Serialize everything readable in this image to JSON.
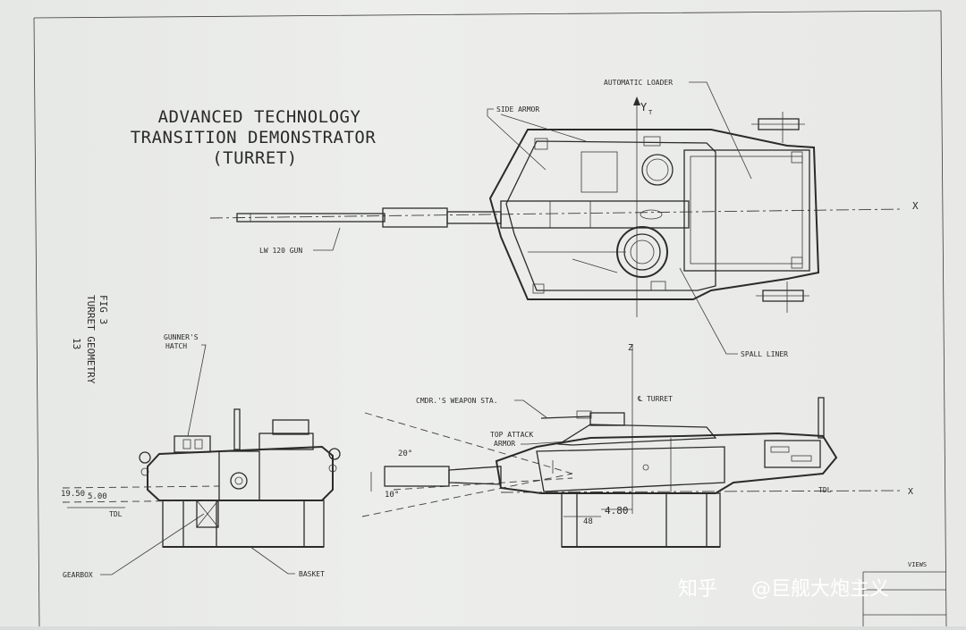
{
  "title": {
    "line1": "ADVANCED TECHNOLOGY",
    "line2": "TRANSITION DEMONSTRATOR",
    "line3": "(TURRET)"
  },
  "figure": {
    "line1": "FIG 3",
    "line2": "TURRET GEOMETRY",
    "line3": "13"
  },
  "labels": {
    "side_armor": "SIDE ARMOR",
    "automatic_loader": "AUTOMATIC LOADER",
    "gun": "LW 120 GUN",
    "spall_liner": "SPALL LINER",
    "gunners_hatch_1": "GUNNER'S",
    "gunners_hatch_2": "HATCH",
    "gearbox": "GEARBOX",
    "basket": "BASKET",
    "cmdr_weapon": "CMDR.'S WEAPON STA.",
    "top_attack_1": "TOP ATTACK",
    "top_attack_2": "ARMOR",
    "turret_cl": "℄ TURRET",
    "tdl": "TDL"
  },
  "axes": {
    "x": "X",
    "y": "Y",
    "y_sub": "T",
    "z": "Z"
  },
  "dimensions": {
    "d_1950": "19.50",
    "d_500": "5.00",
    "d_20deg": "20°",
    "d_10deg": "10°",
    "d_480": "4.80",
    "d_48": "48"
  },
  "title_block": {
    "views": "VIEWS"
  },
  "watermark": {
    "site": "知乎",
    "user": "@巨舰大炮主义"
  }
}
